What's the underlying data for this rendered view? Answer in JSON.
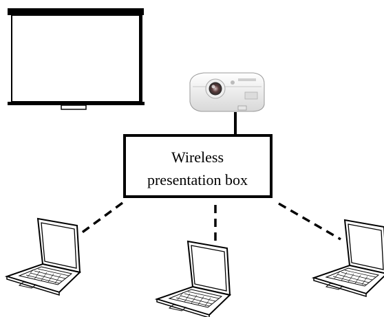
{
  "diagram": {
    "box": {
      "line1": "Wireless",
      "line2": "presentation box"
    },
    "nodes": {
      "screen": {
        "icon": "projection-screen-icon"
      },
      "projector": {
        "icon": "projector-icon"
      },
      "laptops": [
        {
          "icon": "laptop-icon"
        },
        {
          "icon": "laptop-icon"
        },
        {
          "icon": "laptop-icon"
        }
      ]
    },
    "connections": [
      {
        "from": "projector",
        "to": "box",
        "style": "solid"
      },
      {
        "from": "box",
        "to": "laptop-left",
        "style": "dashed"
      },
      {
        "from": "box",
        "to": "laptop-center",
        "style": "dashed"
      },
      {
        "from": "box",
        "to": "laptop-right",
        "style": "dashed"
      }
    ],
    "colors": {
      "line": "#000000",
      "background": "#ffffff"
    }
  }
}
